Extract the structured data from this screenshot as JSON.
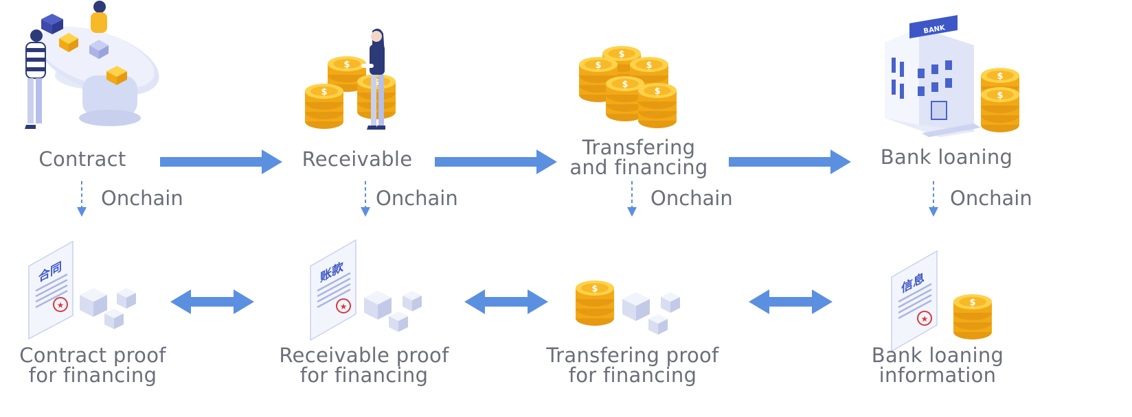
{
  "top_labels": {
    "contract": "Contract",
    "receivable": "Receivable",
    "transfering_line1": "Transfering",
    "transfering_line2": "and financing",
    "bank_loaning": "Bank loaning"
  },
  "onchain_label": "Onchain",
  "bottom_labels": {
    "contract_proof_line1": "Contract proof",
    "contract_proof_line2": "for financing",
    "receivable_proof_line1": "Receivable proof",
    "receivable_proof_line2": "for financing",
    "transfering_proof_line1": "Transfering proof",
    "transfering_proof_line2": "for financing",
    "bank_info_line1": "Bank loaning",
    "bank_info_line2": "information"
  },
  "doc_stamps": {
    "contract": "合同",
    "receivable": "账款",
    "bank": "信息"
  },
  "bank_sign": "BANK",
  "colors": {
    "arrow_blue": "#5b8fe0",
    "coin_gold": "#f7b928",
    "text_gray": "#6b6e7a",
    "stamp_red": "#d9383a"
  }
}
